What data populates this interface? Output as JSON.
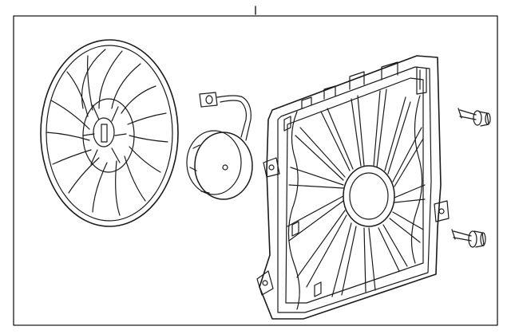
{
  "diagram": {
    "type": "exploded-parts-illustration",
    "style": "black line art on white background",
    "colors": {
      "line": "#1a1a1a",
      "background": "#ffffff"
    },
    "components": [
      "fan-blade",
      "fan-motor",
      "motor-wiring-connector",
      "fan-shroud",
      "mounting-bolt-upper",
      "mounting-bolt-lower"
    ]
  }
}
